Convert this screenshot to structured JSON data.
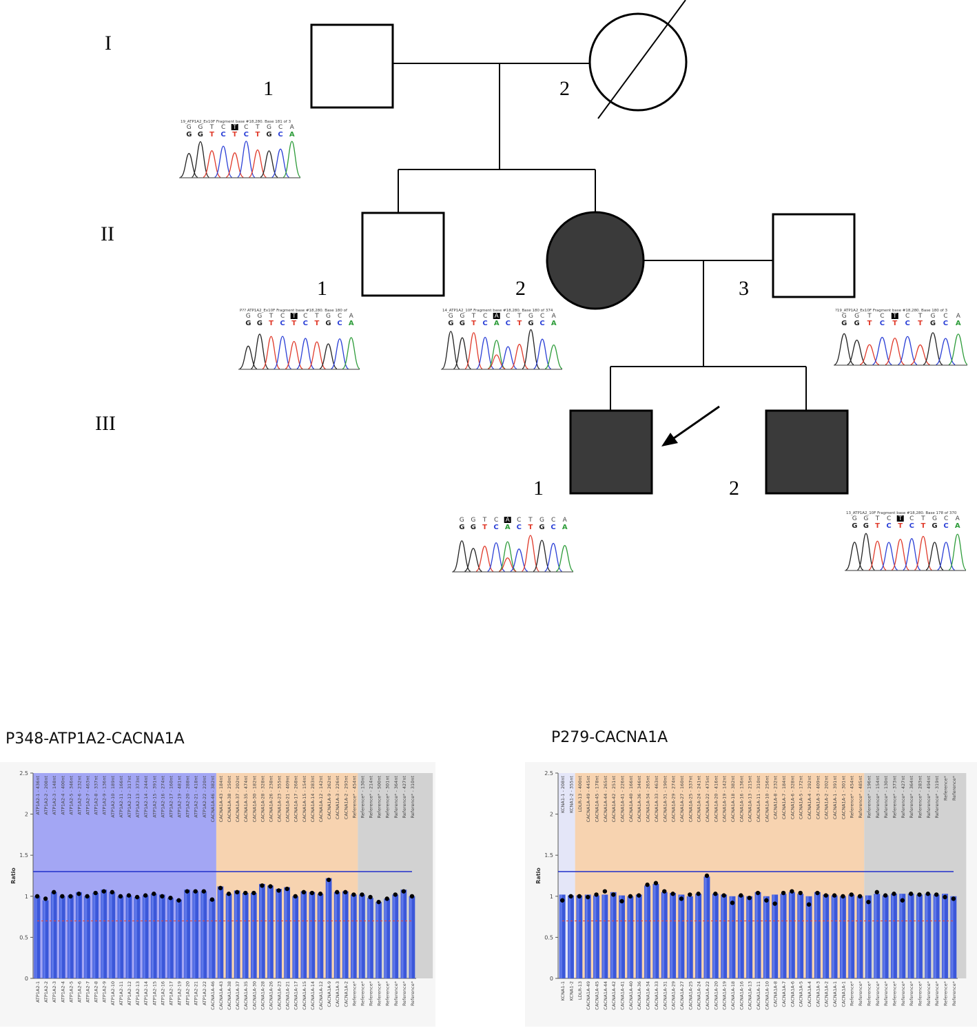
{
  "generations": [
    "I",
    "II",
    "III"
  ],
  "individuals": {
    "I1": "1",
    "I2": "2",
    "II1": "1",
    "II2": "2",
    "II3": "3",
    "III1": "1",
    "III2": "2"
  },
  "traces": [
    {
      "id": "I1",
      "header": "19_ATP1A2_Ex10F Fragment base #18,280. Base 181 of 3",
      "bases": [
        "G",
        "G",
        "T",
        "C",
        "T",
        "C",
        "T",
        "G",
        "C",
        "A"
      ],
      "highlight": 4
    },
    {
      "id": "II1",
      "header": "P?? ATP1A2_Ex10F Fragment base #18,280. Base 180 of",
      "bases": [
        "G",
        "G",
        "T",
        "C",
        "T",
        "C",
        "T",
        "G",
        "C",
        "A"
      ],
      "highlight": 4
    },
    {
      "id": "II2",
      "header": "14_ATP1A2_10F Fragment base #18,280. Base 180 of 374",
      "bases": [
        "G",
        "G",
        "T",
        "C",
        "A",
        "C",
        "T",
        "G",
        "C",
        "A"
      ],
      "highlight": 4
    },
    {
      "id": "II3",
      "header": "?19_ATP1A2_Ex10F Fragment base #18,280. Base 180 of 3",
      "bases": [
        "G",
        "G",
        "T",
        "C",
        "T",
        "C",
        "T",
        "G",
        "C",
        "A"
      ],
      "highlight": 4
    },
    {
      "id": "III1",
      "header": "",
      "bases": [
        "G",
        "G",
        "T",
        "C",
        "A",
        "C",
        "T",
        "G",
        "C",
        "A"
      ],
      "highlight": 4
    },
    {
      "id": "III2",
      "header": "13_ATP1A2_10F Fragment base #18,280. Base 178 of 370",
      "bases": [
        "G",
        "G",
        "T",
        "C",
        "T",
        "C",
        "T",
        "G",
        "C",
        "A"
      ],
      "highlight": 4
    }
  ],
  "colors": {
    "affected": "#3a3a3a",
    "bar": "#3b57d9",
    "upper": "#1f2ec9",
    "lower": "#e0473d",
    "atp": "#a3a6f4",
    "cac": "#f7d3b0",
    "ref": "#d2d2d2",
    "kcn": "#e4e6f8"
  },
  "chart_data": [
    {
      "type": "bar",
      "title": "P348-ATP1A2-CACNA1A",
      "ylabel": "Ratio",
      "ylim": [
        0,
        2.5
      ],
      "yticks": [
        "0",
        "0.5",
        "1",
        "1.5",
        "2",
        "2.5"
      ],
      "upper_threshold": 1.3,
      "lower_threshold": 0.7,
      "regions": [
        {
          "start": 0,
          "end": 21,
          "color": "#a3a6f4"
        },
        {
          "start": 22,
          "end": 38,
          "color": "#f7d3b0"
        },
        {
          "start": 39,
          "end": 47,
          "color": "#d2d2d2"
        }
      ],
      "categories": [
        "ATP1A2-1",
        "ATP1A2-2",
        "ATP1A2-3",
        "ATP1A2-4",
        "ATP1A2-5",
        "ATP1A2-6",
        "ATP1A2-7",
        "ATP1A2-8",
        "ATP1A2-9",
        "ATP1A2-10",
        "ATP1A2-11",
        "ATP1A2-12",
        "ATP1A2-13",
        "ATP1A2-14",
        "ATP1A2-15",
        "ATP1A2-16",
        "ATP1A2-17",
        "ATP1A2-19",
        "ATP1A2-20",
        "ATP1A2-21",
        "ATP1A2-22",
        "CACNA1A-46",
        "CACNA1A-43",
        "CACNA1A-38",
        "CACNA1A-37",
        "CACNA1A-35",
        "CACNA1A-30",
        "CACNA1A-28",
        "CACNA1A-26",
        "CACNA1A-23",
        "CACNA1A-21",
        "CACNA1A-17",
        "CACNA1A-15",
        "CACNA1A-14",
        "CACNA1A-12",
        "CACNA1A-9",
        "CACNA1A-3",
        "CACNA1A-2",
        "Reference*",
        "Reference*",
        "Reference*",
        "Reference*",
        "Reference*",
        "Reference*",
        "Reference*",
        "Reference*"
      ],
      "probe_labels": [
        "ATP1A2-1 - 436nt",
        "ATP1A2-2 - 208nt",
        "ATP1A2-3 - 148nt",
        "ATP1A2-4 - 400nt",
        "ATP1A2-5 - 346nt",
        "ATP1A2-6 - 232nt",
        "ATP1A2-7 - 463nt",
        "ATP1A2-8 - 337nt",
        "ATP1A2-9 - 136nt",
        "ATP1A2-10 - 189nt",
        "ATP1A2-11 - 166nt",
        "ATP1A2-12 - 317nt",
        "ATP1A2-13 - 373nt",
        "ATP1A2-14 - 244nt",
        "ATP1A2-15 - 391nt",
        "ATP1A2-16 - 274nt",
        "ATP1A2-17 - 160nt",
        "ATP1A2-19 - 481nt",
        "ATP1A2-20 - 288nt",
        "ATP1A2-21 - 418nt",
        "ATP1A2-22 - 220nt",
        "CACNA1A-46 - 382nt",
        "CACNA1A-43 - 184nt",
        "CACNA1A-38 - 250nt",
        "CACNA1A-37 - 202nt",
        "CACNA1A-35 - 474nt",
        "CACNA1A-30 - 182nt",
        "CACNA1A-28 - 328nt",
        "CACNA1A-26 - 238nt",
        "CACNA1A-23 - 355nt",
        "CACNA1A-21 - 409nt",
        "CACNA1A-17 - 268nt",
        "CACNA1A-15 - 154nt",
        "CACNA1A-14 - 283nt",
        "CACNA1A-12 - 142nt",
        "CACNA1A-9 - 262nt",
        "CACNA1A-3 - 226nt",
        "CACNA1A-2 - 293nt",
        "Reference* - 454nt",
        "Reference* - 130nt",
        "Reference* - 214nt",
        "Reference* - 500nt",
        "Reference* - 301nt",
        "Reference* - 364nt",
        "Reference* - 427nt",
        "Reference* - 310nt"
      ],
      "values": [
        1.0,
        0.95,
        1.05,
        1.0,
        1.01,
        1.05,
        1.0,
        1.04,
        1.08,
        1.05,
        1.0,
        1.01,
        0.99,
        1.01,
        1.03,
        1.02,
        0.98,
        0.96,
        1.08,
        1.06,
        1.06,
        0.96,
        1.12,
        1.03,
        1.07,
        1.04,
        1.04,
        1.15,
        1.13,
        1.09,
        1.11,
        1.0,
        1.06,
        1.05,
        1.03,
        1.22,
        1.05,
        1.06,
        1.02,
        1.02,
        0.98,
        0.93,
        0.97,
        1.02,
        1.08,
        1.0
      ],
      "points": [
        1.0,
        0.97,
        1.05,
        1.0,
        1.0,
        1.03,
        1.0,
        1.04,
        1.06,
        1.05,
        1.0,
        1.01,
        0.99,
        1.01,
        1.03,
        1.0,
        0.98,
        0.95,
        1.06,
        1.06,
        1.06,
        0.96,
        1.1,
        1.03,
        1.05,
        1.04,
        1.04,
        1.13,
        1.12,
        1.07,
        1.09,
        1.0,
        1.05,
        1.04,
        1.03,
        1.2,
        1.05,
        1.05,
        1.02,
        1.02,
        0.99,
        0.93,
        0.97,
        1.02,
        1.06,
        1.0
      ]
    },
    {
      "type": "bar",
      "title": "P279-CACNA1A",
      "ylabel": "Ratio",
      "ylim": [
        0,
        2.5
      ],
      "yticks": [
        "0",
        "0.5",
        "1",
        "1.5",
        "2",
        "2.5"
      ],
      "upper_threshold": 1.3,
      "lower_threshold": 0.7,
      "regions": [
        {
          "start": 0,
          "end": 1,
          "color": "#e4e6f8"
        },
        {
          "start": 2,
          "end": 35,
          "color": "#f7d3b0"
        },
        {
          "start": 36,
          "end": 47,
          "color": "#d2d2d2"
        }
      ],
      "categories": [
        "KCNA1-1",
        "KCNA1-2",
        "LDLR-13",
        "CACNA1A-49",
        "CACNA1A-45",
        "CACNA1A-44",
        "CACNA1A-42",
        "CACNA1A-41",
        "CACNA1A-40",
        "CACNA1A-36",
        "CACNA1A-34",
        "CACNA1A-33",
        "CACNA1A-31",
        "CACNA1A-29",
        "CACNA1A-27",
        "CACNA1A-25",
        "CACNA1A-24",
        "CACNA1A-22",
        "CACNA1A-20",
        "CACNA1A-19",
        "CACNA1A-18",
        "CACNA1A-16",
        "CACNA1A-13",
        "CACNA1A-11",
        "CACNA1A-10",
        "CACNA1A-8",
        "CACNA1A-7",
        "CACNA1A-6",
        "CACNA1A-5",
        "CACNA1A-4",
        "CACNA1A-3",
        "CACNA1A-2",
        "CACNA1A-1",
        "CACNA1A-1",
        "Reference*",
        "Reference*",
        "Reference*",
        "Reference*",
        "Reference*",
        "Reference*",
        "Reference*",
        "Reference*",
        "Reference*",
        "Reference*",
        "Reference*",
        "Reference*",
        "Reference*"
      ],
      "probe_labels": [
        "KCNA1-1 - 208nt",
        "KCNA1-2 - 355nt",
        "LDLR-13 - 400nt",
        "CACNA1A-49 - 445nt",
        "CACNA1A-45 - 178nt",
        "CACNA1A-44 - 265nt",
        "CACNA1A-42 - 251nt",
        "CACNA1A-41 - 226nt",
        "CACNA1A-40 - 166nt",
        "CACNA1A-36 - 346nt",
        "CACNA1A-34 - 265nt",
        "CACNA1A-33 - 463nt",
        "CACNA1A-31 - 190nt",
        "CACNA1A-29 - 274nt",
        "CACNA1A-27 - 160nt",
        "CACNA1A-25 - 337nt",
        "CACNA1A-24 - 241nt",
        "CACNA1A-22 - 475nt",
        "CACNA1A-20 - 416nt",
        "CACNA1A-19 - 142nt",
        "CACNA1A-18 - 382nt",
        "CACNA1A-16 - 136nt",
        "CACNA1A-13 - 215nt",
        "CACNA1A-11 - 310nt",
        "CACNA1A-10 - 256nt",
        "CACNA1A-8 - 232nt",
        "CACNA1A-7 - 184nt",
        "CACNA1A-6 - 328nt",
        "CACNA1A-5 - 172nt",
        "CACNA1A-4 - 292nt",
        "CACNA1A-3 - 409nt",
        "CACNA1A-2 - 202nt",
        "CACNA1A-1 - 391nt",
        "CACNA1A-1 - 301nt",
        "Reference* - 454nt",
        "Reference* - 485nt",
        "Reference* - 196nt",
        "Reference* - 154nt",
        "Reference* - 130nt",
        "Reference* - 373nt",
        "Reference* - 427nt",
        "Reference* - 364nt",
        "Reference* - 283nt",
        "Reference* - 494nt",
        "Reference* - 319nt",
        "Reference*",
        "Reference*"
      ],
      "values": [
        1.02,
        1.01,
        1.01,
        1.02,
        1.01,
        1.02,
        1.05,
        1.01,
        1.0,
        1.02,
        1.13,
        1.15,
        1.05,
        1.04,
        1.02,
        1.0,
        1.03,
        1.24,
        1.03,
        1.02,
        1.0,
        1.01,
        1.0,
        1.05,
        1.0,
        1.02,
        1.03,
        1.05,
        1.03,
        1.0,
        1.05,
        1.02,
        1.01,
        1.0,
        1.02,
        1.0,
        1.01,
        1.03,
        1.01,
        1.03,
        1.03,
        1.03,
        1.02,
        1.03,
        1.02,
        1.03,
        1.0
      ],
      "points": [
        0.95,
        1.0,
        1.0,
        0.99,
        1.02,
        1.06,
        1.02,
        0.94,
        1.0,
        1.01,
        1.14,
        1.16,
        1.06,
        1.03,
        0.97,
        1.02,
        1.03,
        1.25,
        1.03,
        1.01,
        0.92,
        1.01,
        0.98,
        1.04,
        0.95,
        0.91,
        1.04,
        1.06,
        1.04,
        0.9,
        1.04,
        1.01,
        1.01,
        1.0,
        1.02,
        1.0,
        0.93,
        1.05,
        1.01,
        1.03,
        0.95,
        1.03,
        1.02,
        1.03,
        1.02,
        0.99,
        0.97
      ]
    }
  ]
}
